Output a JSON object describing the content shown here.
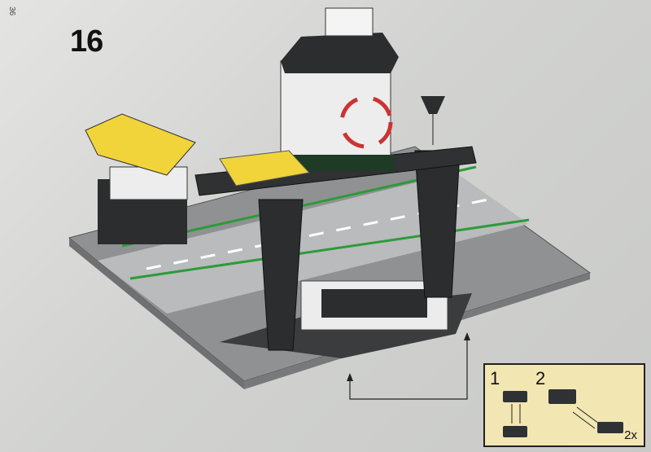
{
  "page": {
    "page_number": "36",
    "step_number": "16"
  },
  "callout": {
    "substeps": [
      "1",
      "2"
    ],
    "quantity": "2x"
  },
  "colors": {
    "background": "#d9d9d7",
    "baseplate": "#8f9192",
    "road": "#b9bbbc",
    "road_line": "#2e9a3a",
    "bricks_dark": "#2b2d2f",
    "bricks_white": "#eeeeee",
    "bricks_yellow": "#f0d43a",
    "callout_bg": "#f2e6b3"
  }
}
